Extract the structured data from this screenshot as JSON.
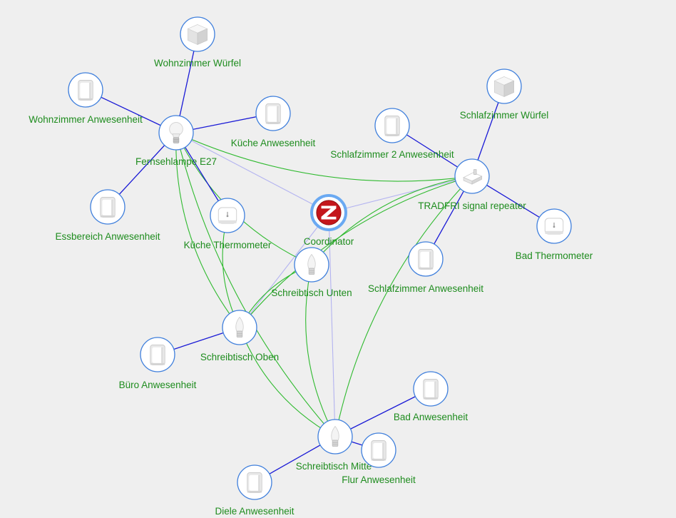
{
  "nodes": [
    {
      "id": "coordinator",
      "label": "Coordinator",
      "icon": "zigbee-logo-icon",
      "type": "coordinator"
    },
    {
      "id": "fernsehlampe",
      "label": "Fernsehlampe E27",
      "icon": "bulb-e27-icon",
      "type": "router"
    },
    {
      "id": "tradfri",
      "label": "TRADFRI signal repeater",
      "icon": "signal-repeater-icon",
      "type": "router"
    },
    {
      "id": "schreibtisch_unten",
      "label": "Schreibtisch Unten",
      "icon": "candle-bulb-icon",
      "type": "router"
    },
    {
      "id": "schreibtisch_oben",
      "label": "Schreibtisch Oben",
      "icon": "candle-bulb-icon",
      "type": "router"
    },
    {
      "id": "schreibtisch_mitte",
      "label": "Schreibtisch Mitte",
      "icon": "candle-bulb-icon",
      "type": "router"
    },
    {
      "id": "wohnzimmer_wuerfel",
      "label": "Wohnzimmer Würfel",
      "icon": "cube-icon",
      "type": "end"
    },
    {
      "id": "wohnzimmer_anwesenheit",
      "label": "Wohnzimmer Anwesenheit",
      "icon": "motion-sensor-icon",
      "type": "end"
    },
    {
      "id": "kueche_anwesenheit",
      "label": "Küche Anwesenheit",
      "icon": "motion-sensor-icon",
      "type": "end"
    },
    {
      "id": "essbereich_anwesenheit",
      "label": "Essbereich Anwesenheit",
      "icon": "motion-sensor-icon",
      "type": "end"
    },
    {
      "id": "kueche_thermometer",
      "label": "Küche Thermometer",
      "icon": "thermometer-icon",
      "type": "end"
    },
    {
      "id": "schlafzimmer_wuerfel",
      "label": "Schlafzimmer Würfel",
      "icon": "cube-icon",
      "type": "end"
    },
    {
      "id": "schlafzimmer2_anwesenheit",
      "label": "Schlafzimmer 2 Anwesenheit",
      "icon": "motion-sensor-icon",
      "type": "end"
    },
    {
      "id": "bad_thermometer",
      "label": "Bad Thermometer",
      "icon": "thermometer-icon",
      "type": "end"
    },
    {
      "id": "schlafzimmer_anwesenheit",
      "label": "Schlafzimmer Anwesenheit",
      "icon": "motion-sensor-icon",
      "type": "end"
    },
    {
      "id": "buero_anwesenheit",
      "label": "Büro Anwesenheit",
      "icon": "motion-sensor-icon",
      "type": "end"
    },
    {
      "id": "bad_anwesenheit",
      "label": "Bad Anwesenheit",
      "icon": "motion-sensor-icon",
      "type": "end"
    },
    {
      "id": "flur_anwesenheit",
      "label": "Flur Anwesenheit",
      "icon": "motion-sensor-icon",
      "type": "end"
    },
    {
      "id": "diele_anwesenheit",
      "label": "Diele Anwesenheit",
      "icon": "motion-sensor-icon",
      "type": "end"
    }
  ],
  "links": [
    {
      "from": "coordinator",
      "to": "fernsehlampe",
      "kind": "coordinator"
    },
    {
      "from": "coordinator",
      "to": "tradfri",
      "kind": "coordinator"
    },
    {
      "from": "coordinator",
      "to": "schreibtisch_mitte",
      "kind": "coordinator"
    },
    {
      "from": "coordinator",
      "to": "schreibtisch_oben",
      "kind": "coordinator"
    },
    {
      "from": "fernsehlampe",
      "to": "tradfri",
      "kind": "router"
    },
    {
      "from": "fernsehlampe",
      "to": "schreibtisch_oben",
      "kind": "router"
    },
    {
      "from": "fernsehlampe",
      "to": "schreibtisch_mitte",
      "kind": "router"
    },
    {
      "from": "fernsehlampe",
      "to": "schreibtisch_unten",
      "kind": "router"
    },
    {
      "from": "tradfri",
      "to": "schreibtisch_unten",
      "kind": "router"
    },
    {
      "from": "tradfri",
      "to": "schreibtisch_oben",
      "kind": "router"
    },
    {
      "from": "tradfri",
      "to": "schreibtisch_mitte",
      "kind": "router"
    },
    {
      "from": "schreibtisch_unten",
      "to": "schreibtisch_oben",
      "kind": "router"
    },
    {
      "from": "schreibtisch_unten",
      "to": "schreibtisch_mitte",
      "kind": "router"
    },
    {
      "from": "schreibtisch_oben",
      "to": "schreibtisch_mitte",
      "kind": "router"
    },
    {
      "from": "kueche_thermometer",
      "to": "schreibtisch_oben",
      "kind": "router"
    },
    {
      "from": "fernsehlampe",
      "to": "wohnzimmer_wuerfel",
      "kind": "child"
    },
    {
      "from": "fernsehlampe",
      "to": "wohnzimmer_anwesenheit",
      "kind": "child"
    },
    {
      "from": "fernsehlampe",
      "to": "kueche_anwesenheit",
      "kind": "child"
    },
    {
      "from": "fernsehlampe",
      "to": "essbereich_anwesenheit",
      "kind": "child"
    },
    {
      "from": "fernsehlampe",
      "to": "kueche_thermometer",
      "kind": "child"
    },
    {
      "from": "tradfri",
      "to": "schlafzimmer_wuerfel",
      "kind": "child"
    },
    {
      "from": "tradfri",
      "to": "schlafzimmer2_anwesenheit",
      "kind": "child"
    },
    {
      "from": "tradfri",
      "to": "bad_thermometer",
      "kind": "child"
    },
    {
      "from": "tradfri",
      "to": "schlafzimmer_anwesenheit",
      "kind": "child"
    },
    {
      "from": "schreibtisch_oben",
      "to": "buero_anwesenheit",
      "kind": "child"
    },
    {
      "from": "schreibtisch_mitte",
      "to": "bad_anwesenheit",
      "kind": "child"
    },
    {
      "from": "schreibtisch_mitte",
      "to": "flur_anwesenheit",
      "kind": "child"
    },
    {
      "from": "schreibtisch_mitte",
      "to": "diele_anwesenheit",
      "kind": "child"
    }
  ],
  "colors": {
    "background": "#efefef",
    "label": "#1e8c1e",
    "node_border": "#3f7fdc",
    "coordinator_ring": "#6aa9f2",
    "link_child": "#1a1ad6",
    "link_router": "#2fba2f",
    "link_coordinator": "#b3b3f0"
  }
}
